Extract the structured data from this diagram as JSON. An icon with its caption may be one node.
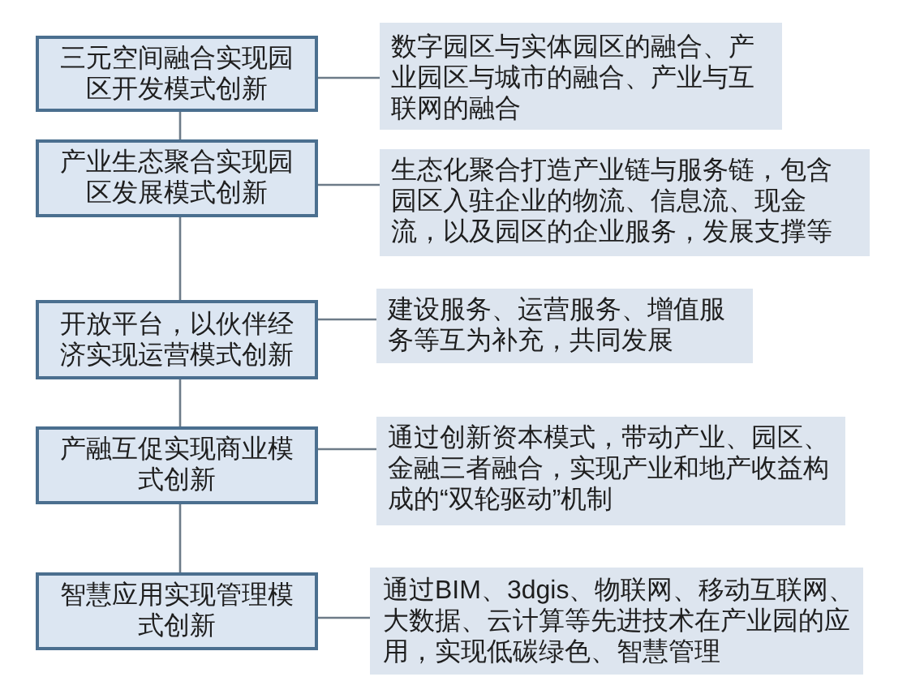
{
  "diagram": {
    "nodes": [
      {
        "text": [
          "三元空间融合实现园区开发模式创新"
        ]
      },
      {
        "text": [
          "数字园区与实体园区的融合、产业园区与城市的融合、产业与互联网的融合"
        ]
      },
      {
        "text": [
          "产业生态聚合实现园区发展模式创新"
        ]
      },
      {
        "text": [
          "生态化聚合打造产业链与服务链，包含园区入驻企业的物流、信息流、现金流，以及园区的企业服务，发展支撑等"
        ]
      },
      {
        "text": [
          "开放平台，以伙伴经济实现运营模式创新"
        ]
      },
      {
        "text": [
          "建设服务、运营服务、增值服务等互为补充，共同发展"
        ]
      },
      {
        "text": [
          "产融互促实现商业模式创新"
        ]
      },
      {
        "text": [
          "通过创新资本模式，带动产业、园区、金融三者融合，实现产业和地产收益构成的“双轮驱动”机制"
        ]
      },
      {
        "text": [
          "智慧应用实现管理模式创新"
        ]
      },
      {
        "text": [
          "通过BIM、3dgis、物联网、移动互联网、大数据、云计算等先进技术在产业园的应用，实现低碳绿色、智慧管理"
        ]
      }
    ],
    "edges": [
      {
        "from": 0,
        "to": 1,
        "arrow": "none"
      },
      {
        "from": 0,
        "to": 2,
        "arrow": "none"
      },
      {
        "from": 2,
        "to": 3,
        "arrow": "none"
      },
      {
        "from": 2,
        "to": 4,
        "arrow": "none"
      },
      {
        "from": 4,
        "to": 5,
        "arrow": "none"
      },
      {
        "from": 4,
        "to": 6,
        "arrow": "none"
      },
      {
        "from": 6,
        "to": 7,
        "arrow": "none"
      },
      {
        "from": 6,
        "to": 8,
        "arrow": "none"
      },
      {
        "from": 8,
        "to": 9,
        "arrow": "none"
      }
    ]
  }
}
